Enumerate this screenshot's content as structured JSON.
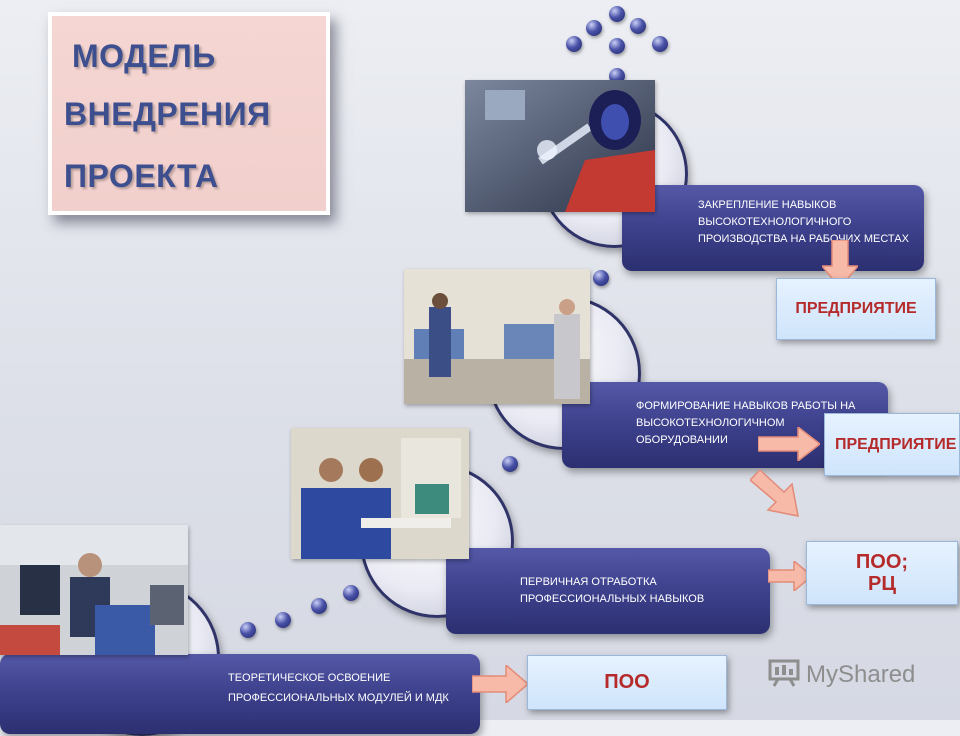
{
  "title": {
    "line1": "МОДЕЛЬ",
    "line2": "ВНЕДРЕНИЯ",
    "line3": "ПРОЕКТА"
  },
  "steps": {
    "step4": "ЗАКРЕПЛЕНИЕ НАВЫКОВ ВЫСОКОТЕХНОЛОГИЧНОГО ПРОИЗВОДСТВА НА РАБОЧИХ МЕСТАХ",
    "step3": "ФОРМИРОВАНИЕ НАВЫКОВ РАБОТЫ НА ВЫСОКОТЕХНОЛОГИЧНОМ ОБОРУДОВАНИИ",
    "step2": "ПЕРВИЧНАЯ ОТРАБОТКА ПРОФЕССИОНАЛЬНЫХ НАВЫКОВ",
    "step1": "ТЕОРЕТИЧЕСКОЕ ОСВОЕНИЕ ПРОФЕССИОНАЛЬНЫХ МОДУЛЕЙ И МДК"
  },
  "labels": {
    "enterprise_top": "ПРЕДПРИЯТИЕ",
    "enterprise_mid": "ПРЕДПРИЯТИЕ",
    "poo_rc": "ПОО; РЦ",
    "poo": "ПОО"
  },
  "watermark": "MyShared",
  "colors": {
    "bar": "#3d418c",
    "label_text": "#b52a2a",
    "title_text": "#3d4f8e",
    "arrow_fill": "#f7b9a8"
  }
}
